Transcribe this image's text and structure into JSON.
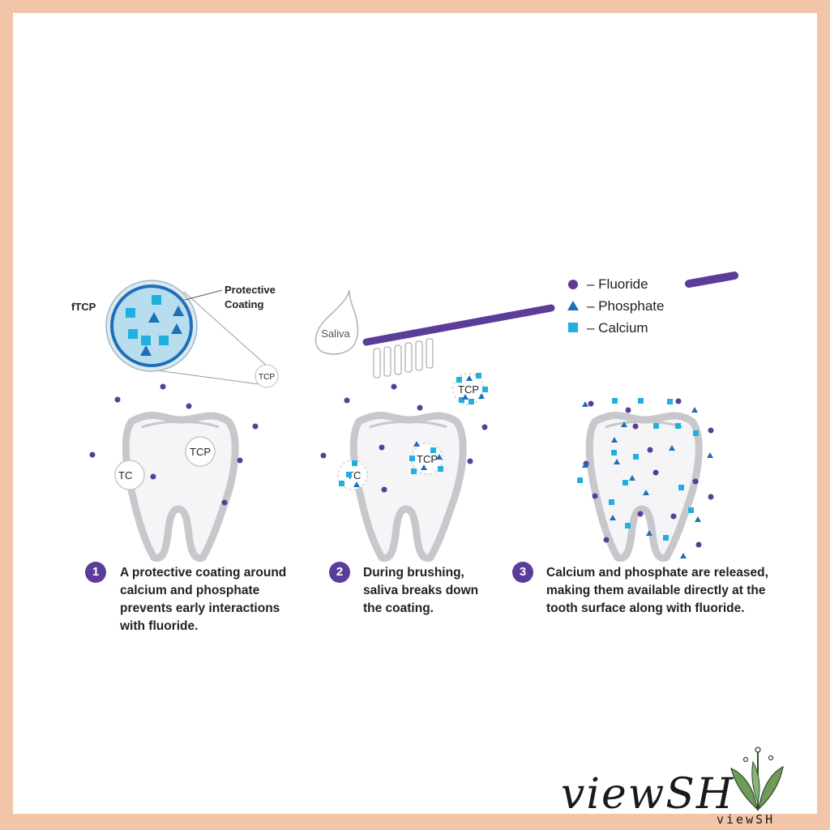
{
  "labels": {
    "ftcp": "fTCP",
    "protective_coating_line1": "Protective",
    "protective_coating_line2": "Coating",
    "tcp": "TCP",
    "tc": "TC",
    "saliva": "Saliva"
  },
  "legend": {
    "fluoride": "– Fluoride",
    "phosphate": "– Phosphate",
    "calcium": "– Calcium"
  },
  "steps": [
    {
      "number": "1",
      "lines": [
        "A protective coating around",
        "calcium and phosphate",
        "prevents early interactions",
        "with fluoride."
      ]
    },
    {
      "number": "2",
      "lines": [
        "During brushing,",
        "saliva breaks down",
        "the coating."
      ]
    },
    {
      "number": "3",
      "lines": [
        "Calcium and phosphate are released,",
        "making them available directly at the",
        "tooth surface along with fluoride."
      ]
    }
  ],
  "watermark": {
    "main": "viewSH",
    "small": "viewSH"
  },
  "colors": {
    "fluoride": "#5b3d99",
    "phosphate": "#1f6fb8",
    "calcium": "#1fb0e0",
    "tooth_fill": "#f5f5f7",
    "tooth_stroke": "#c8c8cc",
    "coating_ring": "#1f6fb8",
    "coating_fill": "#b8ddef",
    "border": "#f2c5a8"
  },
  "icons": {
    "fluoride": "purple-circle",
    "phosphate": "blue-triangle",
    "calcium": "cyan-square",
    "toothbrush": "toothbrush-icon",
    "saliva": "droplet-icon",
    "leaf": "leaf-icon"
  }
}
